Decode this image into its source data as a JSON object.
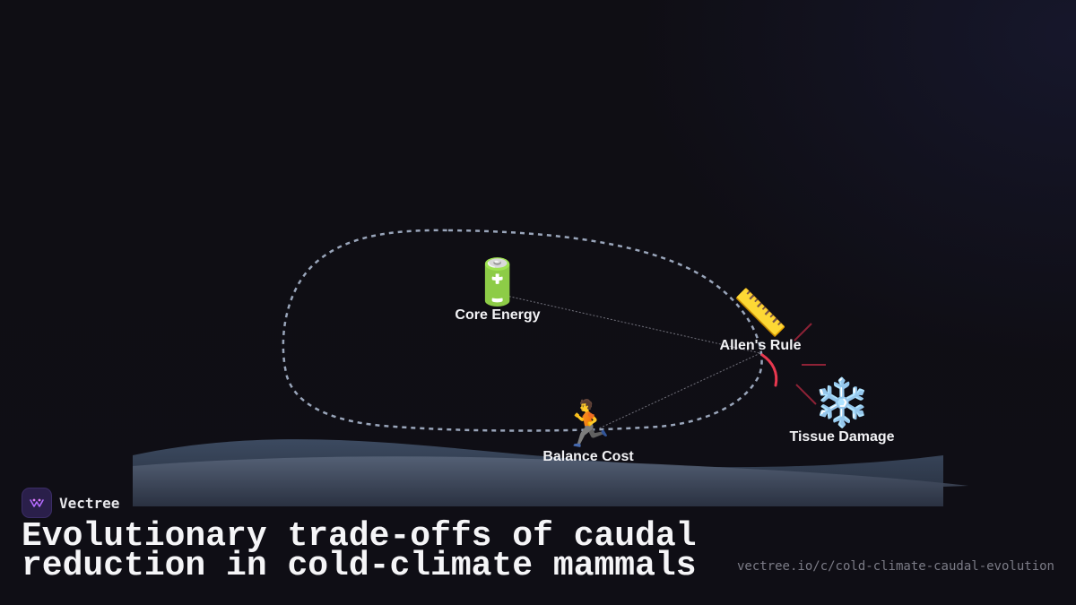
{
  "diagram": {
    "nodes": [
      {
        "id": "core-energy",
        "label": "Core Energy",
        "emoji": "🔋"
      },
      {
        "id": "allens-rule",
        "label": "Allen's Rule",
        "emoji": "📏"
      },
      {
        "id": "tissue-damage",
        "label": "Tissue Damage",
        "emoji": "❄️"
      },
      {
        "id": "balance-cost",
        "label": "Balance Cost",
        "emoji": "🏃"
      }
    ],
    "colors": {
      "loop": "#a9b6cc",
      "link": "#8a8a95",
      "accent": "#e8384f",
      "terrain": "#3a475c"
    }
  },
  "brand": {
    "name": "Vectree",
    "logo_icon": "vectree-logo-icon"
  },
  "title": "Evolutionary trade-offs of caudal reduction in cold-climate mammals",
  "url": "vectree.io/c/cold-climate-caudal-evolution"
}
